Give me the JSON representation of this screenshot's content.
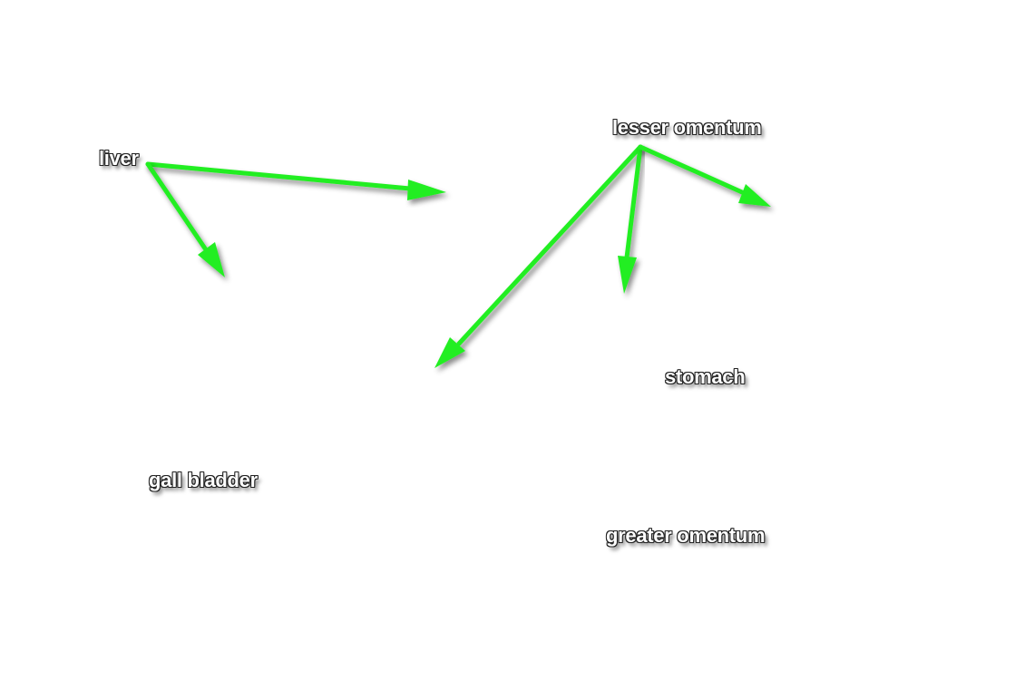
{
  "labels": {
    "liver": "liver",
    "lesser_omentum": "lesser omentum",
    "stomach": "stomach",
    "gall_bladder": "gall bladder",
    "greater_omentum": "greater omentum"
  },
  "colors": {
    "arrow": "#22ee22",
    "label_text": "#ffffff",
    "label_outline": "#222222",
    "background": "#ffffff"
  }
}
